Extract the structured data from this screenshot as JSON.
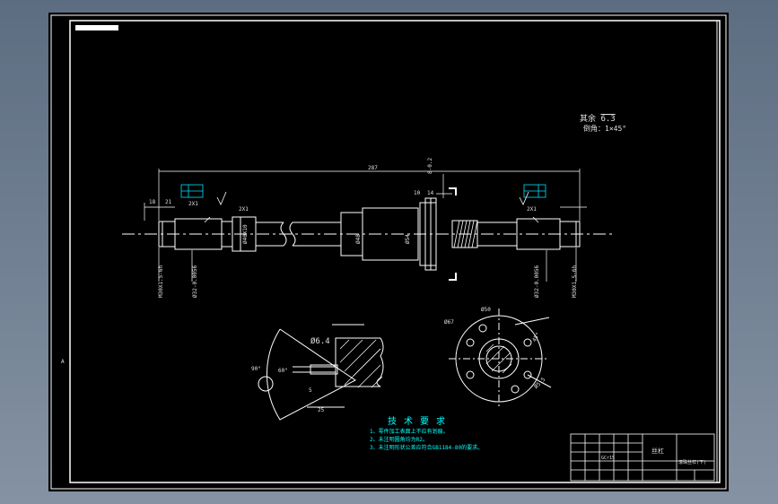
{
  "sheet": {
    "background": "#000000",
    "line_color": "#ffffff",
    "frame_color": "#ffffff"
  },
  "colors": {
    "dim": "#ffffff",
    "tolerance_box": "#00e0ff",
    "notes": "#00ffff",
    "hatch": "#ffffff"
  },
  "surface_note": {
    "line1": "其余",
    "roughness": "6.3",
    "line2": "倒角：1×45°"
  },
  "shaft_dims": {
    "overall_length": "287",
    "thread_left": "M30X1.5-6h",
    "thread_right": "M30X1.5-6h",
    "bearing_left": "Ø32-0.0056",
    "bearing_right": "Ø32-0.0056",
    "shaft_dia": "Ø40X10",
    "flange_dia": "Ø48",
    "flange_dia2": "Ø54",
    "groove_left": "2X1",
    "groove_mid": "2X1",
    "groove_right": "2X1",
    "len_small_left": "18",
    "len_small_left2": "21",
    "len_flange": "10",
    "len_flange2": "14",
    "tol_right": "8-0.2"
  },
  "detail_a": {
    "hole": "Ø6.4",
    "angle": "90°",
    "angle2": "60°",
    "depth": "25",
    "pitch": "5"
  },
  "detail_b": {
    "outer_dia": "Ø67",
    "pcd": "Ø50",
    "angle": "45°",
    "hole": "Ø5.5"
  },
  "tech_req": {
    "title": "技 术 要 求",
    "items": [
      "1、零件加工表面上不应有划痕。",
      "2、未注明圆角均为R2。",
      "3、未注明形状公差应符合GB1184-80的要求。"
    ]
  },
  "title_block": {
    "part_name": "丝杠",
    "material": "GCr15",
    "drawing_no": "滚珠丝杠(下)"
  },
  "margin_mark": "A"
}
